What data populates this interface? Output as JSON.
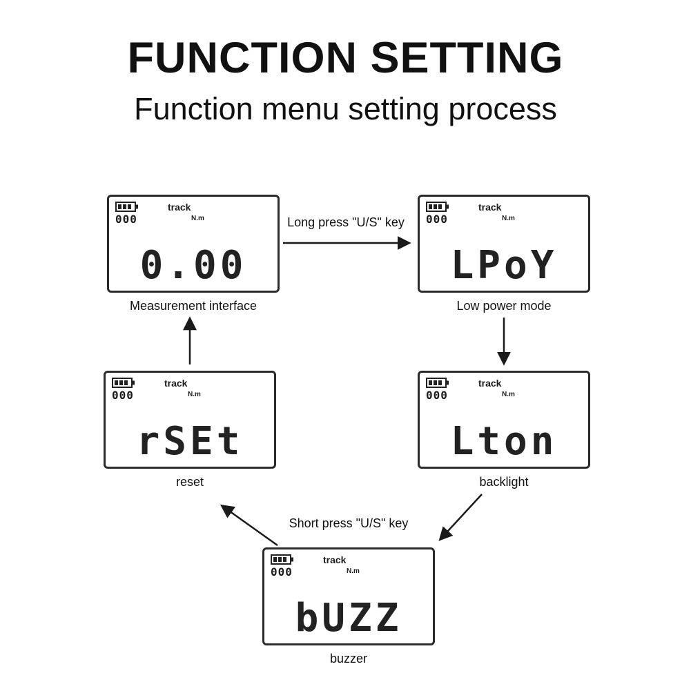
{
  "title": "FUNCTION SETTING",
  "subtitle": "Function menu setting process",
  "arrow_labels": {
    "long_press": "Long press \"U/S\" key",
    "short_press": "Short press \"U/S\" key"
  },
  "lcd_common": {
    "counter": "000",
    "track": "track",
    "unit": "N.m",
    "battery_icon": "battery-icon"
  },
  "panels": [
    {
      "display": "0.00",
      "label": "Measurement interface"
    },
    {
      "display": "LPoY",
      "label": "Low power mode"
    },
    {
      "display": "rSEt",
      "label": "reset"
    },
    {
      "display": "Lton",
      "label": "backlight"
    },
    {
      "display": "bUZZ",
      "label": "buzzer"
    }
  ],
  "colors": {
    "ink": "#1a1a1a",
    "background": "#ffffff"
  }
}
